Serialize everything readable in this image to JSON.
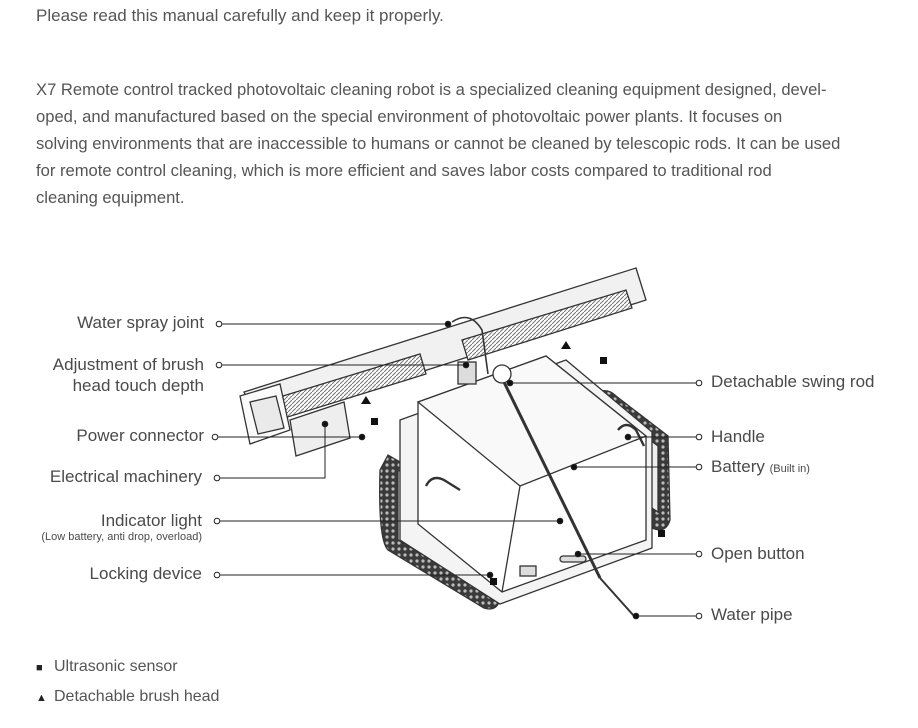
{
  "intro": "Please read this manual carefully and keep it properly.",
  "description_lines": [
    "X7 Remote control tracked photovoltaic cleaning robot is a specialized cleaning equipment designed, devel-",
    "oped, and manufactured based on the special environment of photovoltaic power plants. It focuses on",
    "solving environments that are inaccessible to humans or cannot be cleaned by telescopic rods. It can be used",
    "for remote control cleaning, which is more efficient and saves labor costs compared to traditional rod",
    "cleaning equipment."
  ],
  "labels_left": {
    "water_spray_joint": "Water spray joint",
    "brush_depth_1": "Adjustment of brush",
    "brush_depth_2": "head touch depth",
    "power_connector": "Power connector",
    "electrical_machinery": "Electrical machinery",
    "indicator_light": "Indicator light",
    "indicator_light_note": "(Low battery, anti drop, overload)",
    "locking_device": "Locking device"
  },
  "labels_right": {
    "swing_rod": "Detachable swing rod",
    "handle": "Handle",
    "battery": "Battery",
    "battery_note": "(Built in)",
    "open_button": "Open button",
    "water_pipe": "Water pipe"
  },
  "legend": {
    "square_marker": "■",
    "triangle_marker": "▲",
    "ultrasonic_sensor": "Ultrasonic sensor",
    "brush_head": "Detachable brush head"
  }
}
